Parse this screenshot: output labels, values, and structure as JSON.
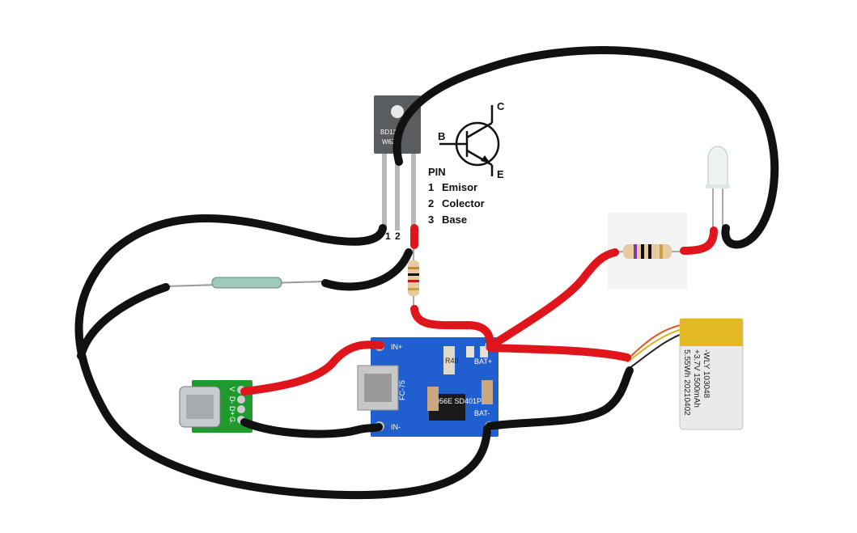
{
  "transistor": {
    "marking_line1": "BD139",
    "marking_line2": "W6Z3",
    "pin_labels": [
      "1",
      "2"
    ],
    "symbol_labels": {
      "base": "B",
      "collector": "C",
      "emitter": "E"
    }
  },
  "pin_legend": {
    "title": "PIN",
    "rows": [
      {
        "num": "1",
        "name": "Emisor"
      },
      {
        "num": "2",
        "name": "Colector"
      },
      {
        "num": "3",
        "name": "Base"
      }
    ]
  },
  "charger_board": {
    "in_plus": "IN+",
    "in_minus": "IN-",
    "bat_plus": "BAT+",
    "bat_minus": "BAT-",
    "silk": "FC-75",
    "chip": "4056E SD401P",
    "resistor_code": "R40"
  },
  "usb_board": {
    "pins": [
      "V",
      "D-",
      "D+",
      "G."
    ]
  },
  "battery": {
    "line1": "-WLY 103048",
    "line2": "+3.7V 1500mAh",
    "line3": "5.55Wh 20210402"
  },
  "colors": {
    "wire_black": "#111111",
    "wire_red": "#e0141b",
    "charger_pcb": "#1f5fd0",
    "usb_pcb": "#1f9a2e"
  }
}
